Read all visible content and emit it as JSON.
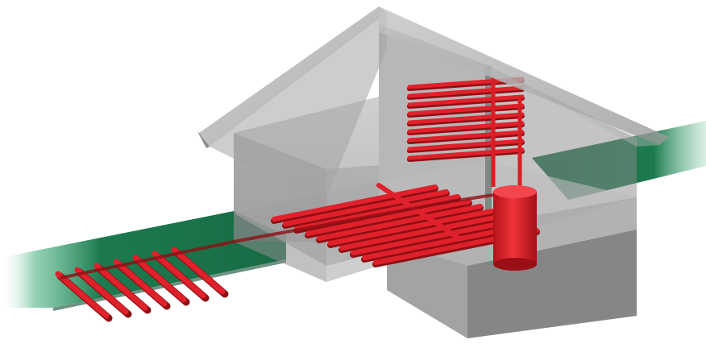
{
  "diagram": {
    "colors": {
      "background": "#ffffff",
      "ground_strip": "#1c7a4e",
      "ground_strip_light": "#3fae7a",
      "ground_shadow": "#0f4a2e",
      "wall_glass": "#9a9a9a",
      "wall_dark": "#6d6d6d",
      "roof_glass": "#a9a9a9",
      "pipe_red": "#e0212b",
      "pipe_dark": "#8e0f14",
      "tank_red": "#e11d26"
    },
    "components": [
      {
        "id": "ground-collector",
        "icon": "ground-loop-coil-icon"
      },
      {
        "id": "underfloor-heating",
        "icon": "floor-heating-coil-icon"
      },
      {
        "id": "wall-heating",
        "icon": "wall-heating-coil-icon"
      },
      {
        "id": "storage-tank",
        "icon": "hot-water-tank-icon"
      }
    ]
  }
}
